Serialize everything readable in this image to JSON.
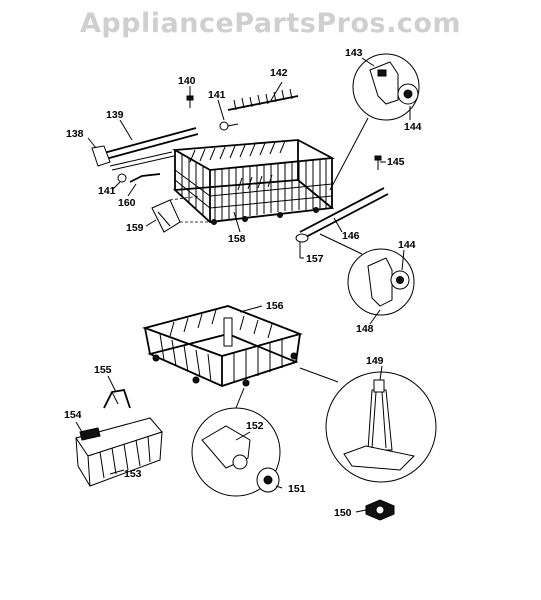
{
  "watermark": "AppliancePartsPros.com",
  "callouts": {
    "c138": "138",
    "c139": "139",
    "c140": "140",
    "c141a": "141",
    "c142": "142",
    "c143": "143",
    "c144a": "144",
    "c141b": "141",
    "c160": "160",
    "c145": "145",
    "c159": "159",
    "c158": "158",
    "c146": "146",
    "c157": "157",
    "c144b": "144",
    "c148": "148",
    "c156": "156",
    "c155": "155",
    "c149": "149",
    "c154": "154",
    "c152": "152",
    "c153": "153",
    "c151": "151",
    "c150": "150"
  }
}
